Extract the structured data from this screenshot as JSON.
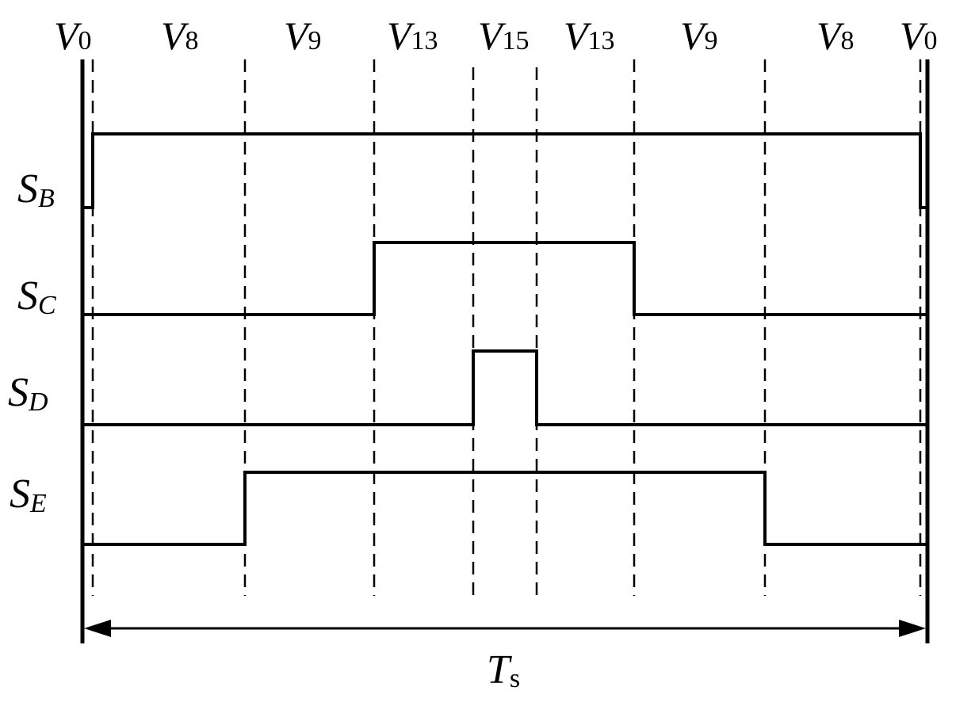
{
  "title": "",
  "vector_labels": [
    {
      "main": "V",
      "sub": "0"
    },
    {
      "main": "V",
      "sub": "8"
    },
    {
      "main": "V",
      "sub": "9"
    },
    {
      "main": "V",
      "sub": "13"
    },
    {
      "main": "V",
      "sub": "15"
    },
    {
      "main": "V",
      "sub": "13"
    },
    {
      "main": "V",
      "sub": "9"
    },
    {
      "main": "V",
      "sub": "8"
    },
    {
      "main": "V",
      "sub": "0"
    }
  ],
  "switch_signals": [
    {
      "main": "S",
      "sub": "B"
    },
    {
      "main": "S",
      "sub": "C"
    },
    {
      "main": "S",
      "sub": "D"
    },
    {
      "main": "S",
      "sub": "E"
    }
  ],
  "period": {
    "main": "T",
    "sub": "s"
  },
  "colors": {
    "line": "#000000",
    "background": "#ffffff"
  }
}
